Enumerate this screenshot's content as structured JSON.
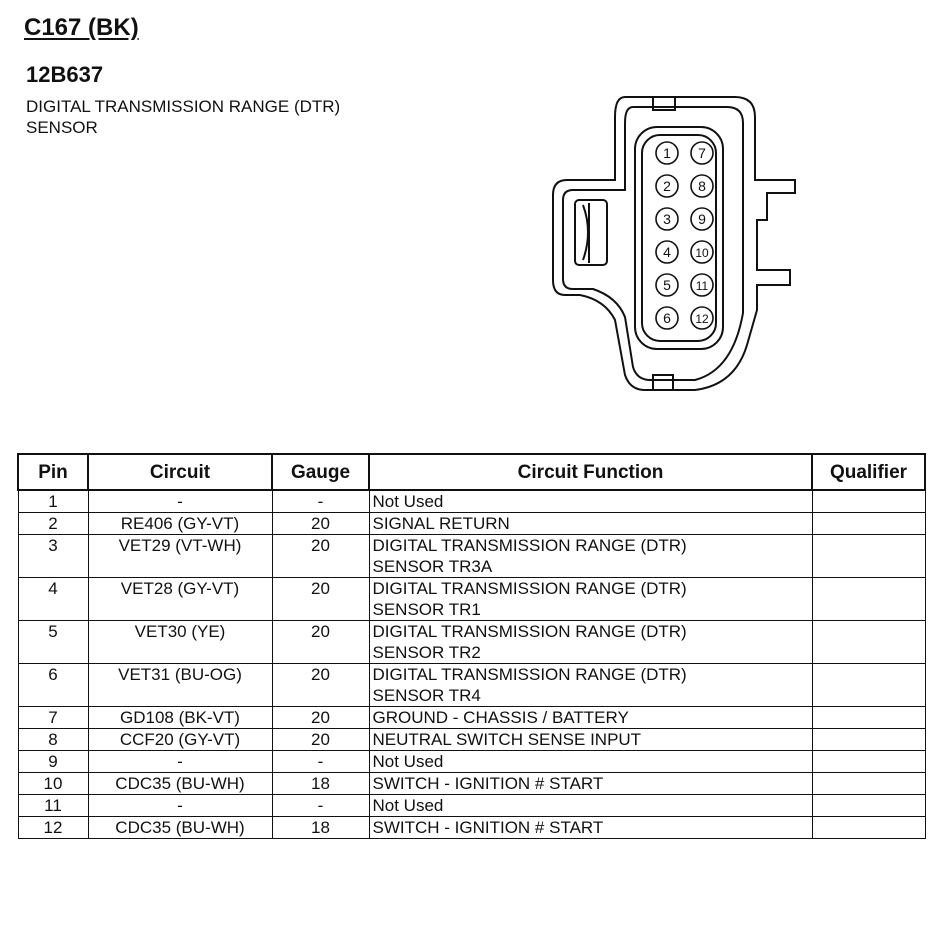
{
  "header": {
    "connector_id": "C167 (BK)",
    "part_number": "12B637",
    "description_line1": "DIGITAL TRANSMISSION RANGE (DTR)",
    "description_line2": "SENSOR"
  },
  "connector": {
    "pin_labels": [
      "1",
      "2",
      "3",
      "4",
      "5",
      "6",
      "7",
      "8",
      "9",
      "10",
      "11",
      "12"
    ]
  },
  "table": {
    "headers": {
      "pin": "Pin",
      "circuit": "Circuit",
      "gauge": "Gauge",
      "function": "Circuit Function",
      "qualifier": "Qualifier"
    },
    "rows": [
      {
        "pin": "1",
        "circuit": "-",
        "gauge": "-",
        "function": "Not Used",
        "function2": "",
        "qualifier": ""
      },
      {
        "pin": "2",
        "circuit": "RE406 (GY-VT)",
        "gauge": "20",
        "function": "SIGNAL RETURN",
        "function2": "",
        "qualifier": ""
      },
      {
        "pin": "3",
        "circuit": "VET29 (VT-WH)",
        "gauge": "20",
        "function": "DIGITAL TRANSMISSION RANGE (DTR)",
        "function2": "SENSOR TR3A",
        "qualifier": ""
      },
      {
        "pin": "4",
        "circuit": "VET28 (GY-VT)",
        "gauge": "20",
        "function": "DIGITAL TRANSMISSION RANGE (DTR)",
        "function2": "SENSOR TR1",
        "qualifier": ""
      },
      {
        "pin": "5",
        "circuit": "VET30 (YE)",
        "gauge": "20",
        "function": "DIGITAL TRANSMISSION RANGE (DTR)",
        "function2": "SENSOR TR2",
        "qualifier": ""
      },
      {
        "pin": "6",
        "circuit": "VET31 (BU-OG)",
        "gauge": "20",
        "function": "DIGITAL TRANSMISSION RANGE (DTR)",
        "function2": "SENSOR TR4",
        "qualifier": ""
      },
      {
        "pin": "7",
        "circuit": "GD108 (BK-VT)",
        "gauge": "20",
        "function": "GROUND - CHASSIS / BATTERY",
        "function2": "",
        "qualifier": ""
      },
      {
        "pin": "8",
        "circuit": "CCF20 (GY-VT)",
        "gauge": "20",
        "function": "NEUTRAL SWITCH SENSE INPUT",
        "function2": "",
        "qualifier": ""
      },
      {
        "pin": "9",
        "circuit": "-",
        "gauge": "-",
        "function": "Not Used",
        "function2": "",
        "qualifier": ""
      },
      {
        "pin": "10",
        "circuit": "CDC35 (BU-WH)",
        "gauge": "18",
        "function": "SWITCH - IGNITION # START",
        "function2": "",
        "qualifier": ""
      },
      {
        "pin": "11",
        "circuit": "-",
        "gauge": "-",
        "function": "Not Used",
        "function2": "",
        "qualifier": ""
      },
      {
        "pin": "12",
        "circuit": "CDC35 (BU-WH)",
        "gauge": "18",
        "function": "SWITCH - IGNITION # START",
        "function2": "",
        "qualifier": ""
      }
    ]
  }
}
